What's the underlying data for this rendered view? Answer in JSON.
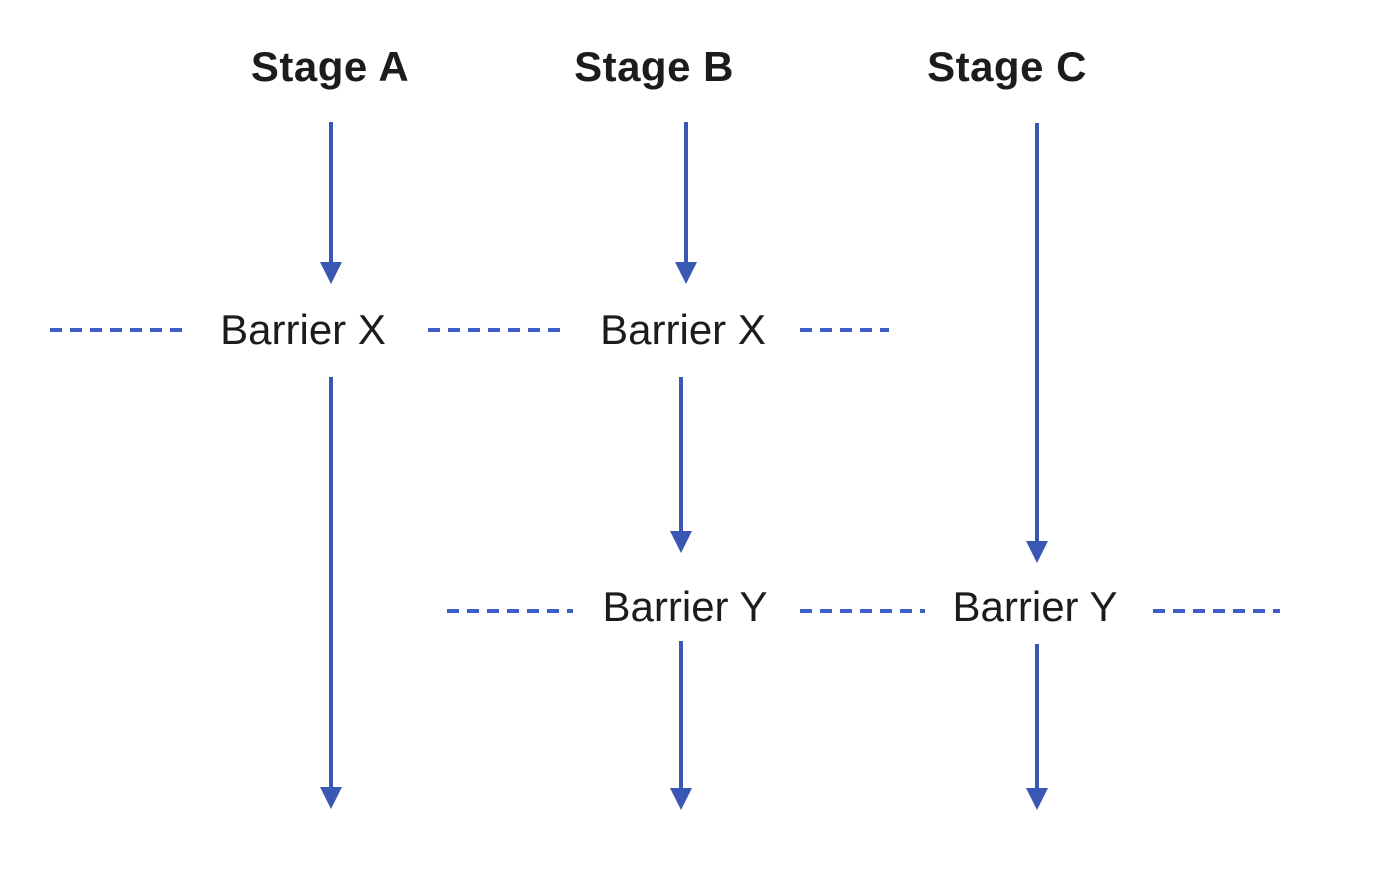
{
  "colors": {
    "arrow_blue": "#3a57b4",
    "dash_blue": "#3f5ec6",
    "text_dark": "#1c1c1c",
    "background": "#ffffff"
  },
  "diagram": {
    "type": "parallel-stage-barrier-timeline",
    "stages": [
      {
        "label": "Stage A"
      },
      {
        "label": "Stage B"
      },
      {
        "label": "Stage C"
      }
    ],
    "barriers": {
      "x": {
        "label": "Barrier X",
        "applies_to": [
          "Stage A",
          "Stage B"
        ]
      },
      "y": {
        "label": "Barrier Y",
        "applies_to": [
          "Stage B",
          "Stage C"
        ]
      }
    }
  }
}
